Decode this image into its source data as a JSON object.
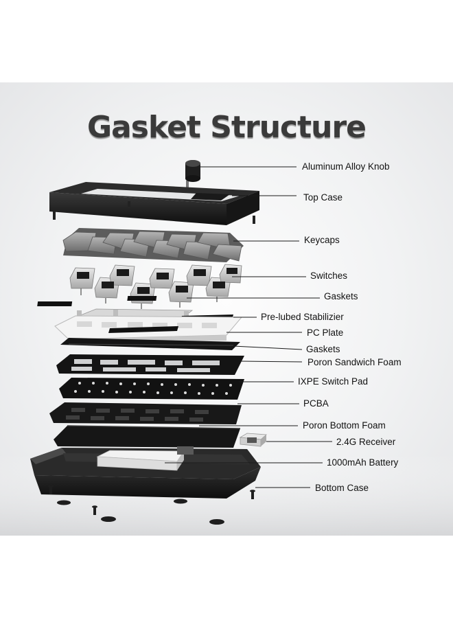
{
  "title": "Gasket Structure",
  "labels": {
    "knob": "Aluminum Alloy Knob",
    "top_case": "Top Case",
    "keycaps": "Keycaps",
    "switches": "Switches",
    "gaskets_1": "Gaskets",
    "stabilizer": "Pre-lubed Stabilizier",
    "pc_plate": "PC Plate",
    "gaskets_2": "Gaskets",
    "poron_sandwich": "Poron Sandwich Foam",
    "ixpe": "IXPE Switch Pad",
    "pcba": "PCBA",
    "poron_bottom": "Poron Bottom Foam",
    "receiver": "2.4G Receiver",
    "battery": "1000mAh Battery",
    "bottom_case": "Bottom Case"
  },
  "colors": {
    "layer_dark": "#1c1c1c",
    "keycap": "#8e8e8e",
    "pc_plate": "#f2f2f2",
    "label_text": "#111111"
  }
}
